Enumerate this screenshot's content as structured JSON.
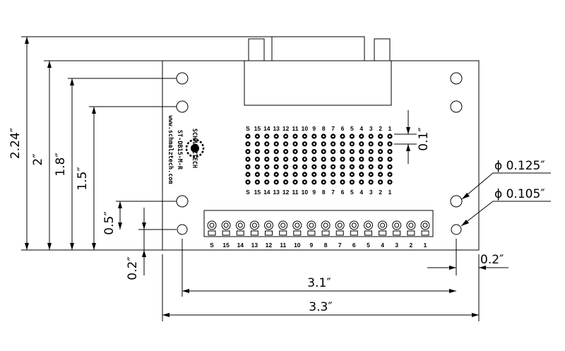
{
  "board": {
    "model": "ST-DB15-M-R",
    "website": "www.schmalztech.com",
    "brand": "SCHMALZTECH"
  },
  "dimensions": {
    "height_overall": "2.24″",
    "height_2": "2″",
    "height_1_8": "1.8″",
    "height_1_5": "1.5″",
    "height_0_5": "0.5″",
    "offset_0_2_left": "0.2″",
    "offset_0_2_right": "0.2″",
    "pitch": "0.1″",
    "width_hole_spacing": "3.1″",
    "width_overall": "3.3″",
    "hole_large": "ϕ 0.125″",
    "hole_small": "ϕ 0.105″"
  },
  "pin_labels": [
    "S",
    "15",
    "14",
    "13",
    "12",
    "11",
    "10",
    "9",
    "8",
    "7",
    "6",
    "5",
    "4",
    "3",
    "2",
    "1"
  ],
  "colors": {
    "ink": "#000000",
    "paper": "#ffffff"
  }
}
